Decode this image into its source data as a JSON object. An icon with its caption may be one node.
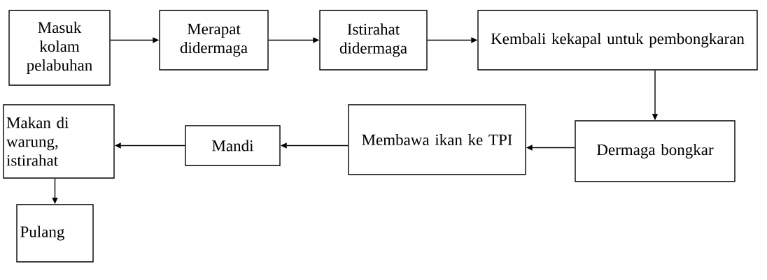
{
  "diagram": {
    "nodes": [
      {
        "text": [
          "Masuk kolam pelabuhan"
        ]
      },
      {
        "text": [
          "Merapat didermaga"
        ]
      },
      {
        "text": [
          "Istirahat didermaga"
        ]
      },
      {
        "text": [
          "Kembali kekapal untuk pembongkaran"
        ]
      },
      {
        "text": [
          "Dermaga bongkar"
        ]
      },
      {
        "text": [
          "Membawa ikan ke TPI"
        ]
      },
      {
        "text": [
          "Mandi"
        ]
      },
      {
        "text": [
          "Makan di warung, istirahat"
        ]
      },
      {
        "text": [
          "Pulang"
        ]
      }
    ],
    "edges": [
      {
        "from": 0,
        "to": 1,
        "arrow": "to"
      },
      {
        "from": 1,
        "to": 2,
        "arrow": "to"
      },
      {
        "from": 2,
        "to": 3,
        "arrow": "to"
      },
      {
        "from": 3,
        "to": 4,
        "arrow": "to"
      },
      {
        "from": 4,
        "to": 5,
        "arrow": "to"
      },
      {
        "from": 5,
        "to": 6,
        "arrow": "to"
      },
      {
        "from": 6,
        "to": 7,
        "arrow": "to"
      },
      {
        "from": 7,
        "to": 8,
        "arrow": "to"
      }
    ]
  }
}
